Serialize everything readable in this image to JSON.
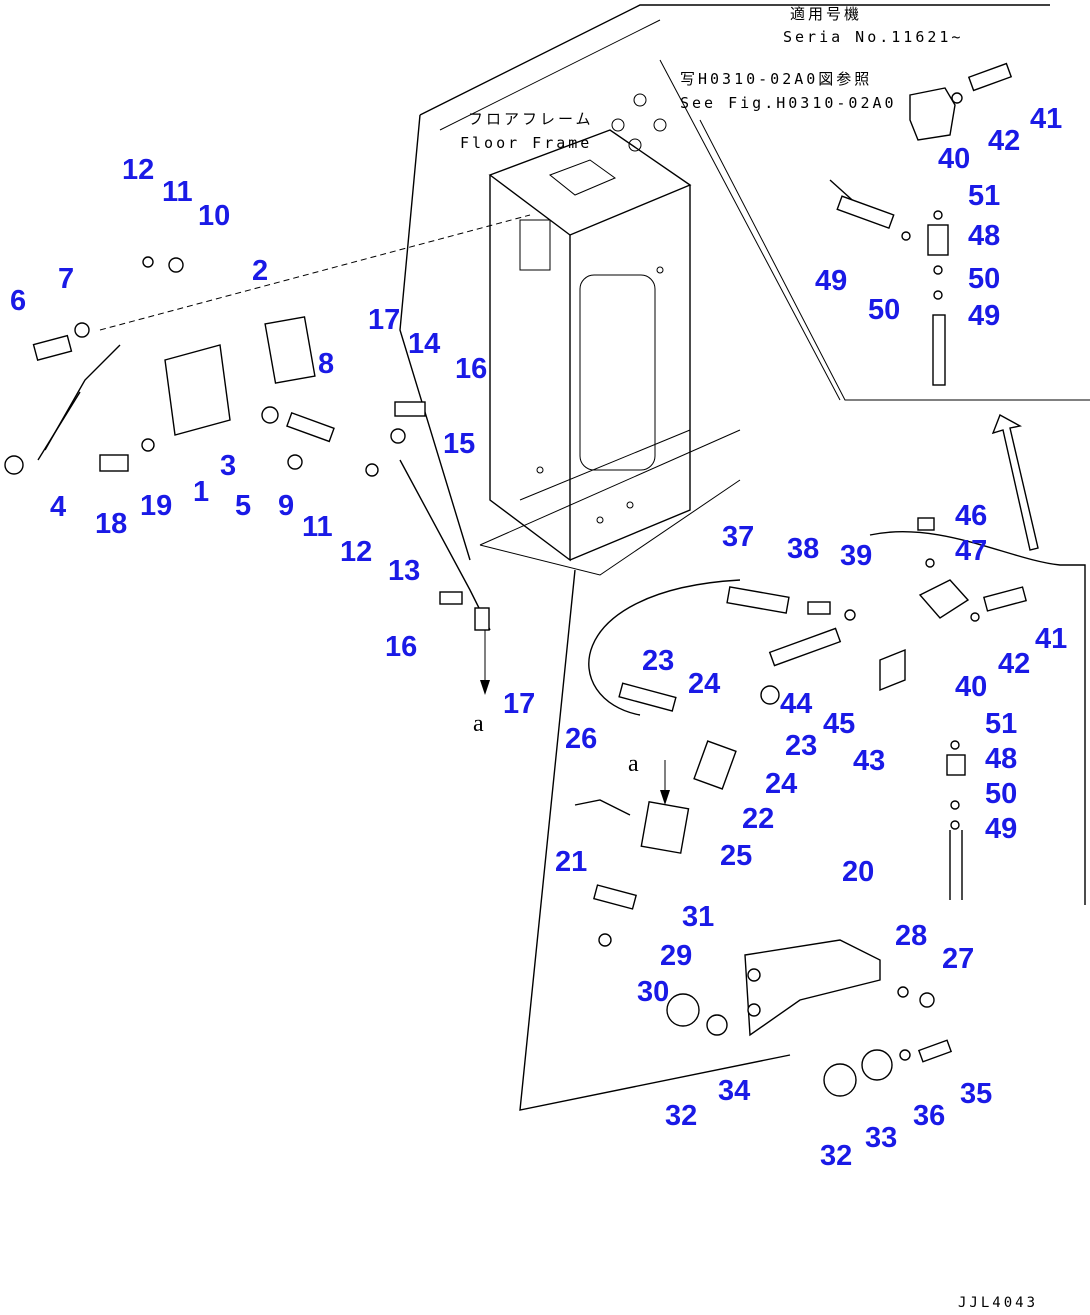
{
  "notes": {
    "serial_jp": "適用号機",
    "serial_en": "Seria  No.11621~",
    "ref_jp": "写H0310-02A0図参照",
    "ref_en": "See Fig.H0310-02A0",
    "floor_jp": "フロアフレーム",
    "floor_en": "Floor Frame",
    "view_a_upper": "a",
    "view_a_lower": "a",
    "figure_code": "JJL4043"
  },
  "callouts": [
    {
      "id": "c1",
      "label": "1"
    },
    {
      "id": "c2",
      "label": "2"
    },
    {
      "id": "c3",
      "label": "3"
    },
    {
      "id": "c4",
      "label": "4"
    },
    {
      "id": "c5",
      "label": "5"
    },
    {
      "id": "c6",
      "label": "6"
    },
    {
      "id": "c7",
      "label": "7"
    },
    {
      "id": "c8",
      "label": "8"
    },
    {
      "id": "c9",
      "label": "9"
    },
    {
      "id": "c10",
      "label": "10"
    },
    {
      "id": "c11a",
      "label": "11"
    },
    {
      "id": "c11b",
      "label": "11"
    },
    {
      "id": "c12a",
      "label": "12"
    },
    {
      "id": "c12b",
      "label": "12"
    },
    {
      "id": "c13",
      "label": "13"
    },
    {
      "id": "c14",
      "label": "14"
    },
    {
      "id": "c15",
      "label": "15"
    },
    {
      "id": "c16a",
      "label": "16"
    },
    {
      "id": "c16b",
      "label": "16"
    },
    {
      "id": "c17a",
      "label": "17"
    },
    {
      "id": "c17b",
      "label": "17"
    },
    {
      "id": "c18",
      "label": "18"
    },
    {
      "id": "c19",
      "label": "19"
    },
    {
      "id": "c20",
      "label": "20"
    },
    {
      "id": "c21",
      "label": "21"
    },
    {
      "id": "c22",
      "label": "22"
    },
    {
      "id": "c23a",
      "label": "23"
    },
    {
      "id": "c23b",
      "label": "23"
    },
    {
      "id": "c24a",
      "label": "24"
    },
    {
      "id": "c24b",
      "label": "24"
    },
    {
      "id": "c25",
      "label": "25"
    },
    {
      "id": "c26",
      "label": "26"
    },
    {
      "id": "c27",
      "label": "27"
    },
    {
      "id": "c28",
      "label": "28"
    },
    {
      "id": "c29",
      "label": "29"
    },
    {
      "id": "c30",
      "label": "30"
    },
    {
      "id": "c31",
      "label": "31"
    },
    {
      "id": "c32a",
      "label": "32"
    },
    {
      "id": "c32b",
      "label": "32"
    },
    {
      "id": "c33",
      "label": "33"
    },
    {
      "id": "c34",
      "label": "34"
    },
    {
      "id": "c35",
      "label": "35"
    },
    {
      "id": "c36",
      "label": "36"
    },
    {
      "id": "c37",
      "label": "37"
    },
    {
      "id": "c38",
      "label": "38"
    },
    {
      "id": "c39",
      "label": "39"
    },
    {
      "id": "c40a",
      "label": "40"
    },
    {
      "id": "c40b",
      "label": "40"
    },
    {
      "id": "c41a",
      "label": "41"
    },
    {
      "id": "c41b",
      "label": "41"
    },
    {
      "id": "c42a",
      "label": "42"
    },
    {
      "id": "c42b",
      "label": "42"
    },
    {
      "id": "c43",
      "label": "43"
    },
    {
      "id": "c44",
      "label": "44"
    },
    {
      "id": "c45",
      "label": "45"
    },
    {
      "id": "c46",
      "label": "46"
    },
    {
      "id": "c47",
      "label": "47"
    },
    {
      "id": "c48a",
      "label": "48"
    },
    {
      "id": "c48b",
      "label": "48"
    },
    {
      "id": "c49a",
      "label": "49"
    },
    {
      "id": "c49b",
      "label": "49"
    },
    {
      "id": "c49c",
      "label": "49"
    },
    {
      "id": "c50a",
      "label": "50"
    },
    {
      "id": "c50b",
      "label": "50"
    },
    {
      "id": "c50c",
      "label": "50"
    },
    {
      "id": "c51a",
      "label": "51"
    },
    {
      "id": "c51b",
      "label": "51"
    }
  ]
}
